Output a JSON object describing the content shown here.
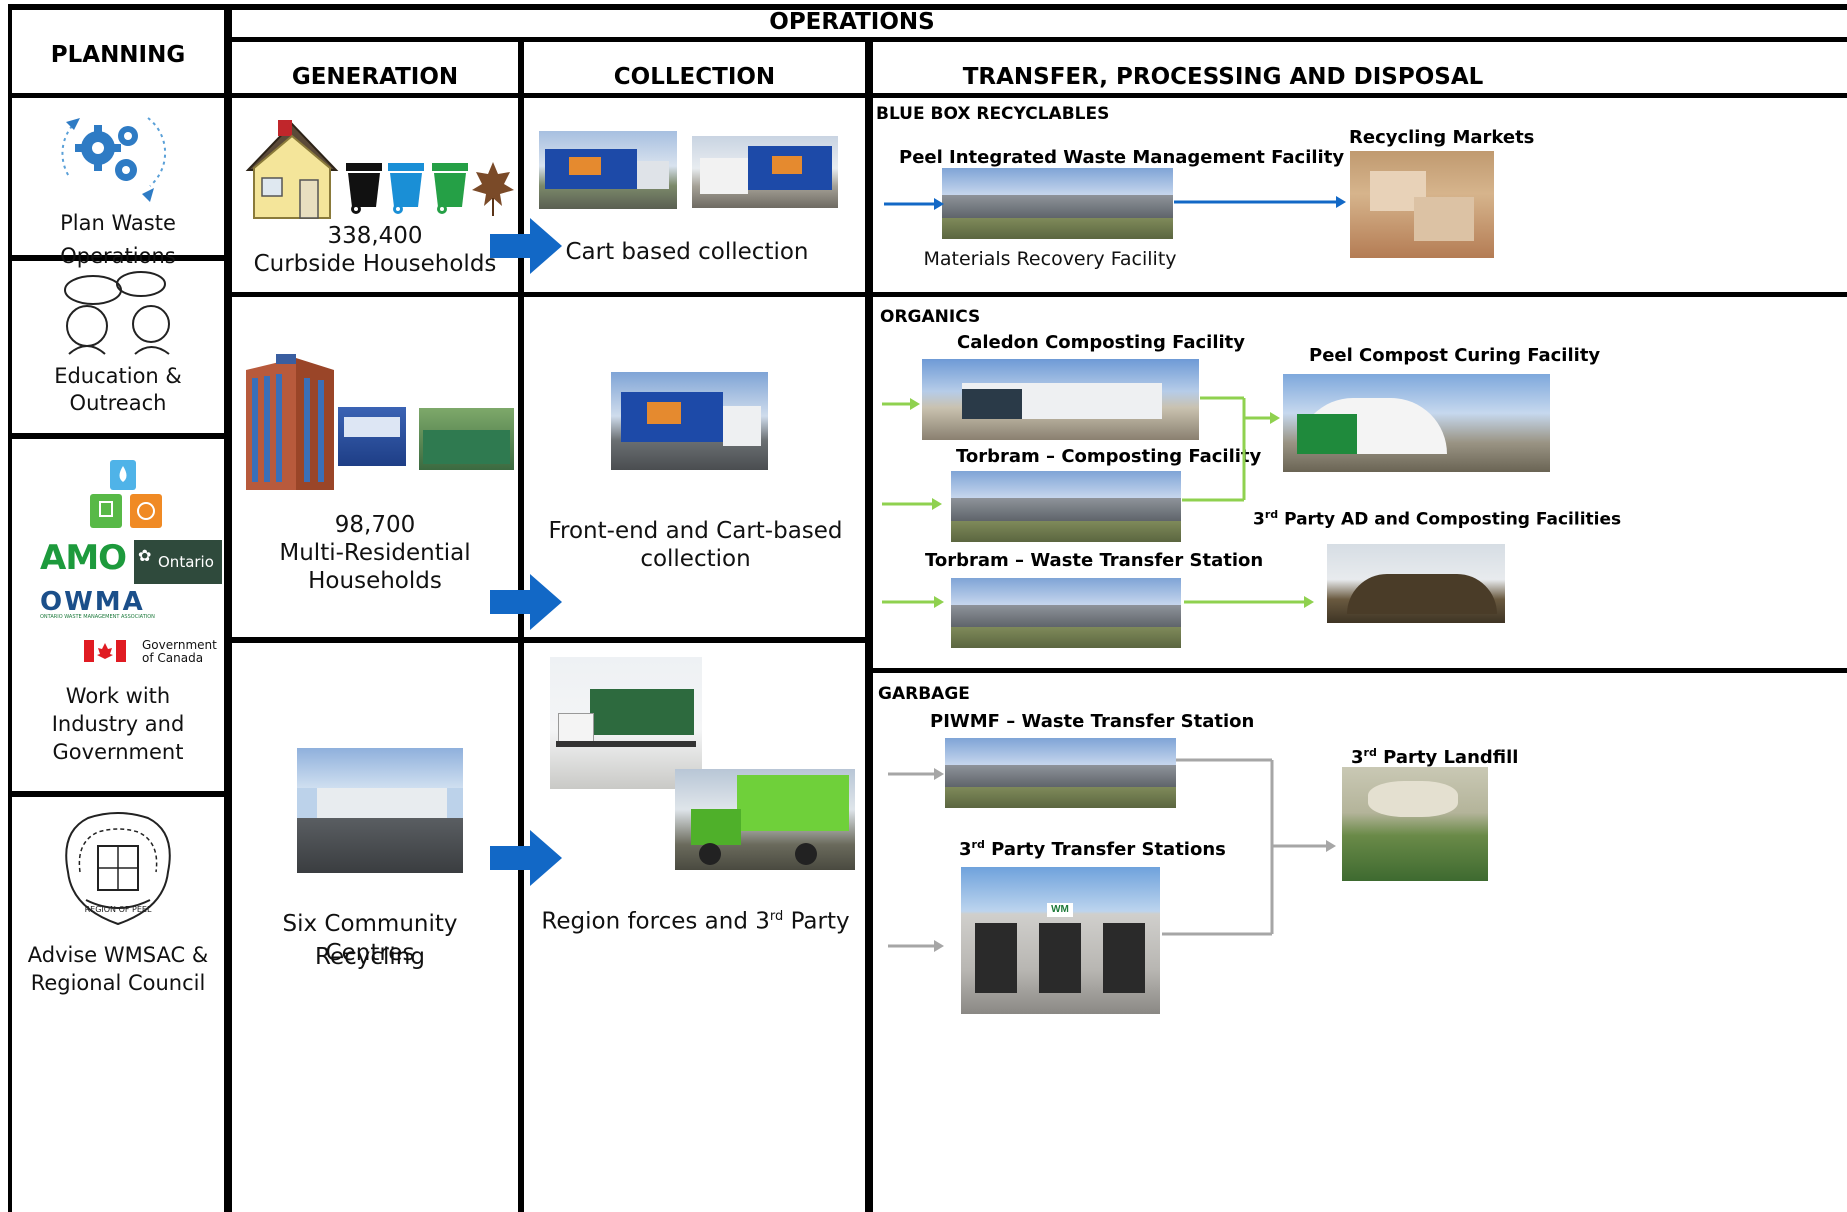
{
  "headers": {
    "planning": "PLANNING",
    "operations": "OPERATIONS",
    "generation": "GENERATION",
    "collection": "COLLECTION",
    "transfer": "TRANSFER, PROCESSING AND DISPOSAL"
  },
  "planning": {
    "plan": "Plan Waste Operations",
    "education_1": "Education &",
    "education_2": "Outreach",
    "work_1": "Work with",
    "work_2": "Industry and",
    "work_3": "Government",
    "advise_1": "Advise WMSAC &",
    "advise_2": "Regional Council",
    "logo_amo": "AMO",
    "logo_ontario": "Ontario",
    "logo_owma": "OWMA",
    "logo_owma_sub": "ONTARIO WASTE MANAGEMENT ASSOCIATION",
    "logo_canada_1": "Government",
    "logo_canada_2": "of Canada",
    "seal_text": "REGION OF PEEL"
  },
  "generation": {
    "curbside_count": "338,400",
    "curbside_label": "Curbside Households",
    "multi_count": "98,700",
    "multi_label_1": "Multi-Residential",
    "multi_label_2": "Households",
    "ccr_label_1": "Six Community Recycling",
    "ccr_label_2": "Centres"
  },
  "collection": {
    "cart": "Cart based collection",
    "frontend_1": "Front-end and Cart-based",
    "frontend_2": "collection",
    "region_pre": "Region forces and 3",
    "region_sup": "rd",
    "region_post": " Party"
  },
  "transfer": {
    "bluebox": {
      "title": "BLUE BOX RECYCLABLES",
      "facility": "Peel Integrated Waste Management Facility",
      "mrf": "Materials Recovery Facility",
      "markets": "Recycling Markets"
    },
    "organics": {
      "title": "ORGANICS",
      "caledon": "Caledon Composting Facility",
      "torbram_compost": "Torbram – Composting Facility",
      "torbram_transfer": "Torbram – Waste Transfer Station",
      "curing": "Peel Compost Curing Facility",
      "third_pre": "3",
      "third_sup": "rd",
      "third_post": " Party AD and Composting Facilities"
    },
    "garbage": {
      "title": "GARBAGE",
      "piwmf": "PIWMF – Waste Transfer Station",
      "transfer_pre": "3",
      "transfer_sup": "rd",
      "transfer_post": " Party Transfer Stations",
      "landfill_pre": "3",
      "landfill_sup": "rd",
      "landfill_post": " Party Landfill",
      "wm_sign": "WM"
    }
  },
  "colors": {
    "blue_arrow": "#1268c6",
    "green_arrow": "#8fd14f",
    "gray_arrow": "#a6a6a6",
    "blue_bin": "#1a8fd6",
    "green_bin": "#25a046"
  }
}
